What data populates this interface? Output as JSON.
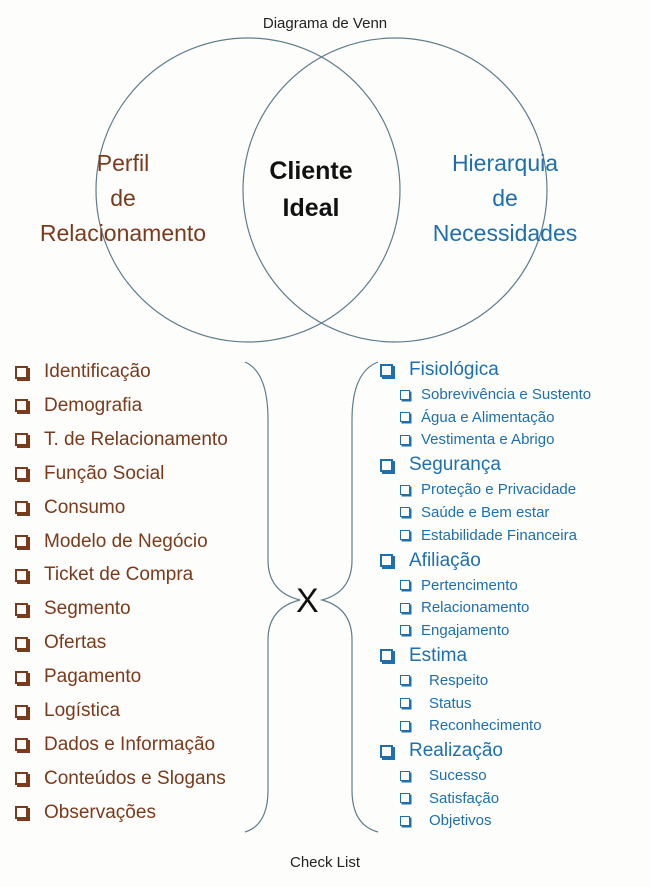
{
  "title": "Diagrama de Venn",
  "footer": "Check List",
  "left_set": [
    "Perfil",
    "de",
    "Relacionamento"
  ],
  "right_set": [
    "Hierarquia",
    "de",
    "Necessidades"
  ],
  "intersection": [
    "Cliente",
    "Ideal"
  ],
  "operator": "X",
  "colors": {
    "left": "#7b3a1c",
    "right": "#1e6fae"
  },
  "left_list": [
    "Identificação",
    "Demografia",
    "T. de Relacionamento",
    "Função Social",
    "Consumo",
    "Modelo de Negócio",
    "Ticket de Compra",
    "Segmento",
    "Ofertas",
    "Pagamento",
    "Logística",
    "Dados e Informação",
    "Conteúdos e Slogans",
    "Observações"
  ],
  "right_list": [
    {
      "label": "Fisiológica",
      "items": [
        "Sobrevivência e Sustento",
        "Água e Alimentação",
        "Vestimenta e Abrigo"
      ]
    },
    {
      "label": "Segurança",
      "items": [
        "Proteção e Privacidade",
        "Saúde e Bem estar",
        "Estabilidade Financeira"
      ]
    },
    {
      "label": "Afiliação",
      "items": [
        "Pertencimento",
        "Relacionamento",
        "Engajamento"
      ]
    },
    {
      "label": "Estima",
      "items": [
        "Respeito",
        "Status",
        "Reconhecimento"
      ]
    },
    {
      "label": "Realização",
      "items": [
        "Sucesso",
        "Satisfação",
        "Objetivos"
      ]
    }
  ]
}
